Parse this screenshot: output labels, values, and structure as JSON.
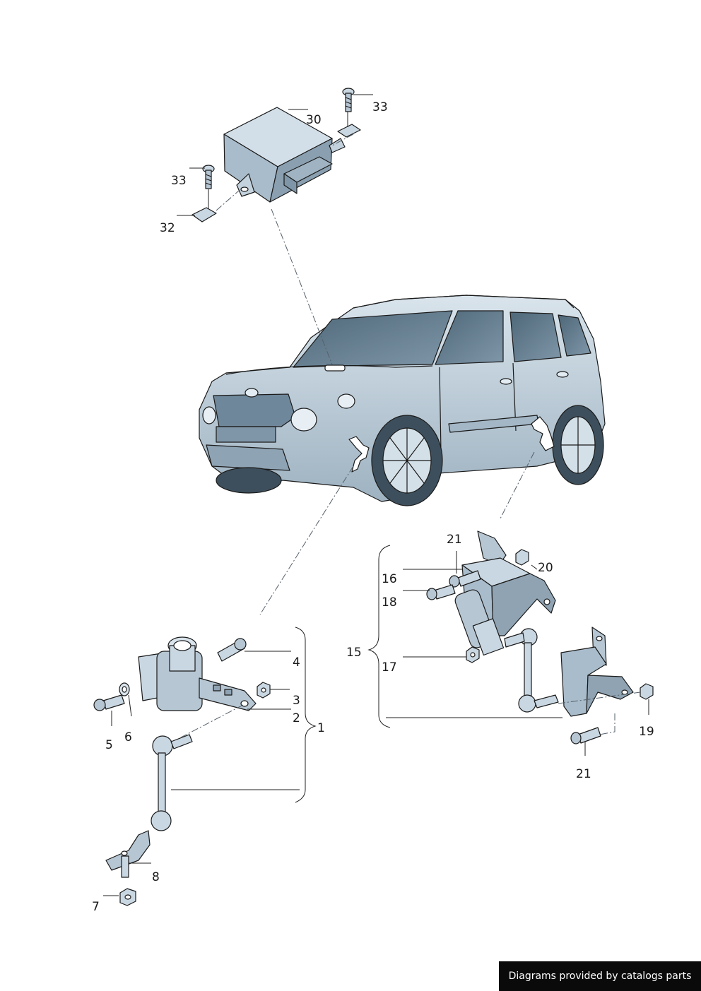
{
  "callouts": {
    "c30": "30",
    "c33a": "33",
    "c33b": "33",
    "c32": "32",
    "c21a": "21",
    "c20": "20",
    "c16": "16",
    "c18": "18",
    "c15": "15",
    "c17": "17",
    "c19": "19",
    "c21b": "21",
    "c4": "4",
    "c3": "3",
    "c2": "2",
    "c1": "1",
    "c5": "5",
    "c6": "6",
    "c8": "8",
    "c7": "7"
  },
  "credit": "Diagrams provided by catalogs parts",
  "colors": {
    "part_fill": "#c9d7e2",
    "part_dark": "#8fa3b3",
    "glass": "#5e7688",
    "ink": "#1a1a1a"
  }
}
